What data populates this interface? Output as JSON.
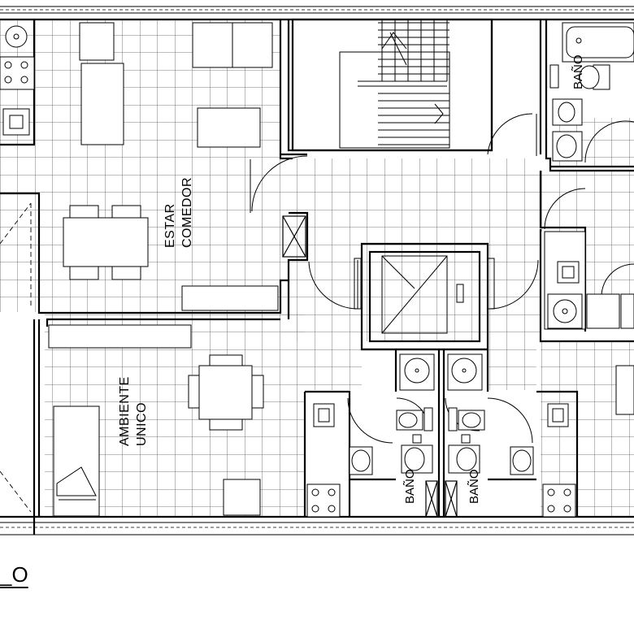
{
  "rooms": {
    "estar_comedor": [
      "ESTAR",
      "COMEDOR"
    ],
    "ambiente_unico": [
      "AMBIENTE",
      "UNICO"
    ],
    "bano_top_right": "BAÑO",
    "bano_left": "BAÑO",
    "bano_right": "BAÑO"
  },
  "caption": "_O"
}
